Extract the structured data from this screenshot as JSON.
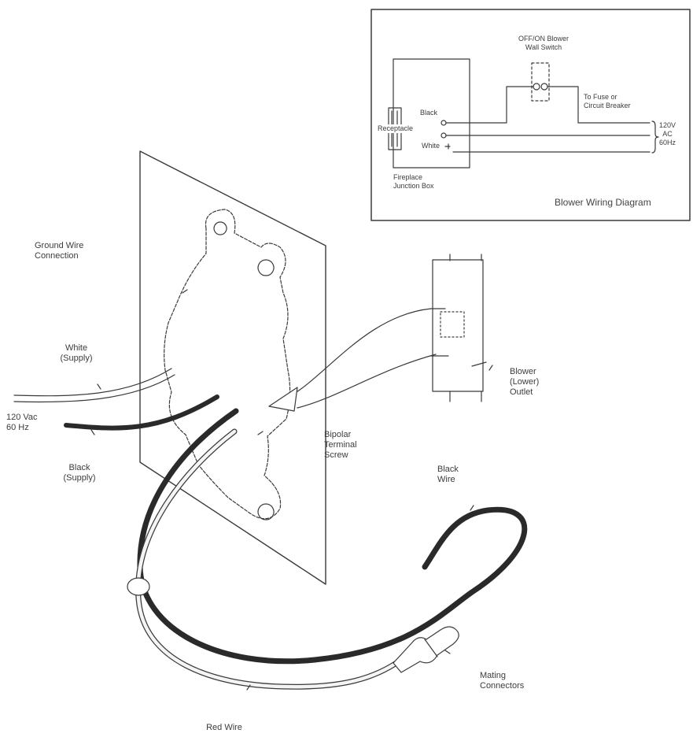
{
  "inset": {
    "title": "Blower Wiring Diagram",
    "switch_label": "OFF/ON Blower\nWall Switch",
    "fuse_label": "To Fuse or\nCircuit Breaker",
    "black_label": "Black",
    "receptacle_label": "Receptacle",
    "white_label": "White",
    "supply_label": "120V\nAC\n60Hz",
    "junction_label": "Fireplace\nJunction Box"
  },
  "labels": {
    "ground_wire": "Ground Wire\nConnection",
    "white_supply": "White\n(Supply)",
    "voltage": "120 Vac\n60 Hz",
    "black_supply": "Black\n(Supply)",
    "bipolar_screw": "Bipolar\nTerminal\nScrew",
    "black_wire": "Black\nWire",
    "blower_outlet": "Blower\n(Lower)\nOutlet",
    "mating_connectors": "Mating\nConnectors",
    "red_wire": "Red Wire"
  },
  "colors": {
    "line": "#3a3a3a",
    "dark_wire": "#2a2a2a",
    "light_wire": "#f4f4f4",
    "text": "#3c3c3c"
  }
}
